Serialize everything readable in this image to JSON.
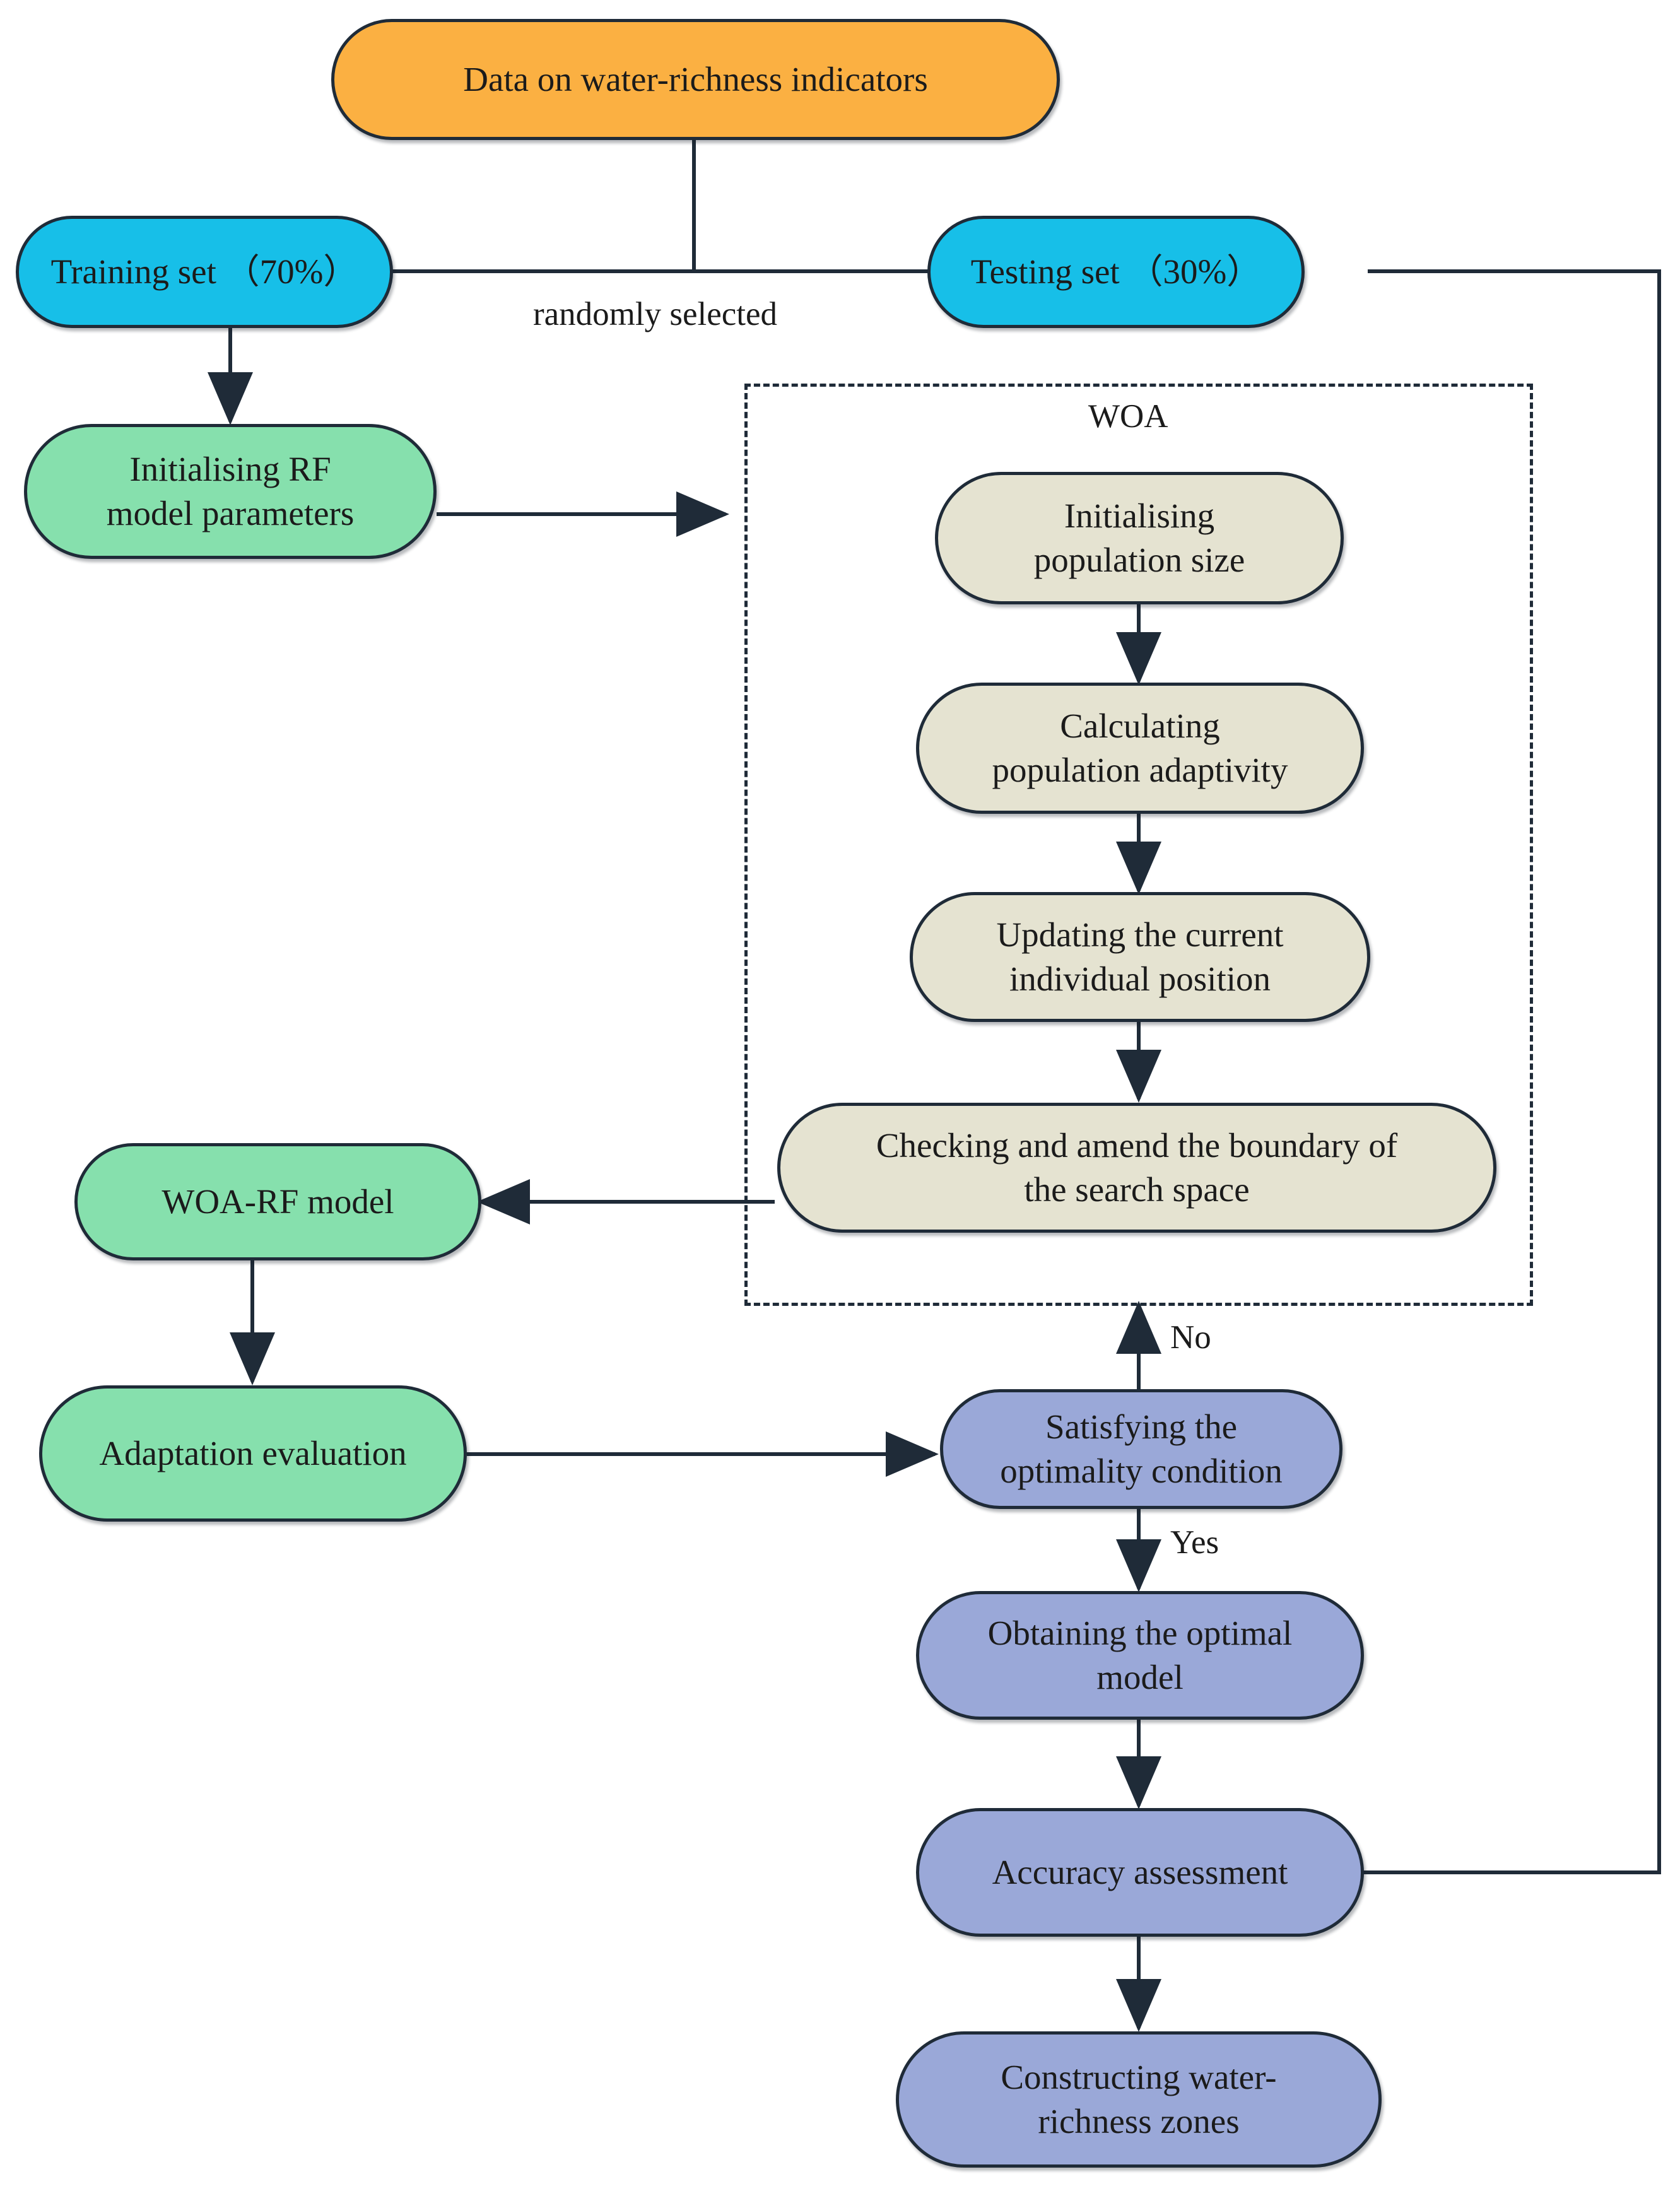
{
  "diagram": {
    "title": "WOA-RF water-richness zoning workflow",
    "colors": {
      "orange": "#fbb042",
      "cyan": "#17bfe8",
      "green": "#86e0ad",
      "beige": "#e5e3d1",
      "purple": "#9aa8d8",
      "stroke": "#1f2b38",
      "background": "#ffffff"
    },
    "nodes": {
      "data_source": "Data on water-richness indicators",
      "training_set": "Training set （70%）",
      "testing_set": "Testing set （30%）",
      "init_rf": "Initialising RF\nmodel parameters",
      "init_population": "Initialising\npopulation size",
      "calc_adaptivity": "Calculating\npopulation adaptivity",
      "update_position": "Updating the current\nindividual position",
      "check_boundary": "Checking and amend the boundary of\nthe search space",
      "woa_rf_model": "WOA-RF model",
      "adaptation_eval": "Adaptation evaluation",
      "satisfying": "Satisfying the\noptimality condition",
      "optimal_model": "Obtaining the optimal\nmodel",
      "accuracy": "Accuracy assessment",
      "zones": "Constructing water-\nrichness zones"
    },
    "group_labels": {
      "woa": "WOA"
    },
    "edge_labels": {
      "randomly_selected": "randomly selected",
      "no": "No",
      "yes": "Yes"
    }
  },
  "chart_data": {
    "type": "diagram",
    "title": "WOA-RF water-richness zoning workflow",
    "nodes": [
      {
        "id": "data_source",
        "label": "Data on water-richness indicators",
        "color": "#fbb042",
        "shape": "rounded-rect"
      },
      {
        "id": "training_set",
        "label": "Training set （70%）",
        "color": "#17bfe8",
        "shape": "rounded-rect"
      },
      {
        "id": "testing_set",
        "label": "Testing set （30%）",
        "color": "#17bfe8",
        "shape": "rounded-rect"
      },
      {
        "id": "init_rf",
        "label": "Initialising RF model parameters",
        "color": "#86e0ad",
        "shape": "rounded-rect"
      },
      {
        "id": "init_population",
        "label": "Initialising population size",
        "color": "#e5e3d1",
        "shape": "rounded-rect",
        "group": "WOA"
      },
      {
        "id": "calc_adaptivity",
        "label": "Calculating population adaptivity",
        "color": "#e5e3d1",
        "shape": "rounded-rect",
        "group": "WOA"
      },
      {
        "id": "update_position",
        "label": "Updating the current individual position",
        "color": "#e5e3d1",
        "shape": "rounded-rect",
        "group": "WOA"
      },
      {
        "id": "check_boundary",
        "label": "Checking and amend the boundary of the search space",
        "color": "#e5e3d1",
        "shape": "rounded-rect",
        "group": "WOA"
      },
      {
        "id": "woa_rf_model",
        "label": "WOA-RF model",
        "color": "#86e0ad",
        "shape": "rounded-rect"
      },
      {
        "id": "adaptation_eval",
        "label": "Adaptation evaluation",
        "color": "#86e0ad",
        "shape": "rounded-rect"
      },
      {
        "id": "satisfying",
        "label": "Satisfying the optimality condition",
        "color": "#9aa8d8",
        "shape": "rounded-rect"
      },
      {
        "id": "optimal_model",
        "label": "Obtaining the optimal model",
        "color": "#9aa8d8",
        "shape": "rounded-rect"
      },
      {
        "id": "accuracy",
        "label": "Accuracy assessment",
        "color": "#9aa8d8",
        "shape": "rounded-rect"
      },
      {
        "id": "zones",
        "label": "Constructing water-richness zones",
        "color": "#9aa8d8",
        "shape": "rounded-rect"
      }
    ],
    "edges": [
      {
        "from": "data_source",
        "to": "training_set",
        "label": "randomly selected",
        "arrow": false
      },
      {
        "from": "data_source",
        "to": "testing_set",
        "label": "randomly selected",
        "arrow": false
      },
      {
        "from": "training_set",
        "to": "init_rf",
        "label": "",
        "arrow": true
      },
      {
        "from": "init_rf",
        "to": "init_population",
        "label": "",
        "arrow": true
      },
      {
        "from": "init_population",
        "to": "calc_adaptivity",
        "label": "",
        "arrow": true
      },
      {
        "from": "calc_adaptivity",
        "to": "update_position",
        "label": "",
        "arrow": true
      },
      {
        "from": "update_position",
        "to": "check_boundary",
        "label": "",
        "arrow": true
      },
      {
        "from": "check_boundary",
        "to": "woa_rf_model",
        "label": "",
        "arrow": true
      },
      {
        "from": "woa_rf_model",
        "to": "adaptation_eval",
        "label": "",
        "arrow": true
      },
      {
        "from": "adaptation_eval",
        "to": "satisfying",
        "label": "",
        "arrow": true
      },
      {
        "from": "satisfying",
        "to": "check_boundary",
        "label": "No",
        "arrow": true
      },
      {
        "from": "satisfying",
        "to": "optimal_model",
        "label": "Yes",
        "arrow": true
      },
      {
        "from": "optimal_model",
        "to": "accuracy",
        "label": "",
        "arrow": true
      },
      {
        "from": "testing_set",
        "to": "accuracy",
        "label": "",
        "arrow": true
      },
      {
        "from": "accuracy",
        "to": "zones",
        "label": "",
        "arrow": true
      }
    ],
    "groups": [
      {
        "label": "WOA",
        "style": "dashed",
        "members": [
          "init_population",
          "calc_adaptivity",
          "update_position",
          "check_boundary"
        ]
      }
    ]
  }
}
